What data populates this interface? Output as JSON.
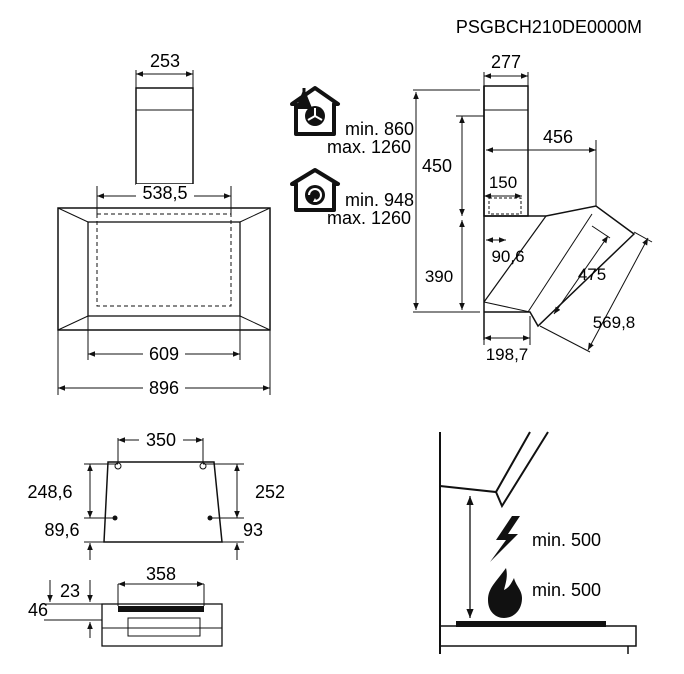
{
  "model_code": "PSGBCH210DE0000M",
  "front_view": {
    "chimney_width": "253",
    "inner_width": "538,5",
    "glass_width": "609",
    "total_width": "896"
  },
  "side_view": {
    "chimney_depth": "277",
    "depth_456": "456",
    "height_450": "450",
    "outlet_150": "150",
    "offset_90_6": "90,6",
    "height_390": "390",
    "glass_475": "475",
    "glass_569_8": "569,8",
    "base_198_7": "198,7"
  },
  "height_ranges": {
    "extraction": {
      "icon": "house-extraction-fan-icon",
      "min": "min. 860",
      "max": "max. 1260"
    },
    "recirculation": {
      "icon": "house-recirculation-icon",
      "min": "min. 948",
      "max": "max. 1260"
    }
  },
  "bracket_view": {
    "hole_spacing": "350",
    "left_height": "248,6",
    "right_height": "252",
    "left_bottom": "89,6",
    "right_bottom": "93"
  },
  "top_bracket": {
    "width": "358",
    "offset": "23",
    "height": "46"
  },
  "clearance": {
    "electric": {
      "icon": "lightning-bolt-icon",
      "label": "min. 500"
    },
    "gas": {
      "icon": "flame-icon",
      "label": "min. 500"
    }
  }
}
